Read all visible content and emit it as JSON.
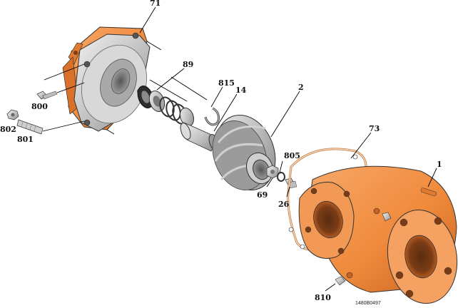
{
  "diagram": {
    "drawing_number": "1480B0497",
    "callouts": {
      "c71": "71",
      "c89": "89",
      "c815": "815",
      "c14": "14",
      "c2": "2",
      "c73": "73",
      "c1": "1",
      "c800": "800",
      "c802": "802",
      "c801": "801",
      "c805": "805",
      "c69": "69",
      "c26": "26",
      "c810": "810"
    },
    "colors": {
      "orange": "#f08a3c",
      "orange_dark": "#c8621e",
      "orange_light": "#f7a868",
      "grey": "#c4c4c4",
      "grey_dark": "#8a8a8a",
      "grey_light": "#e6e6e6"
    }
  }
}
